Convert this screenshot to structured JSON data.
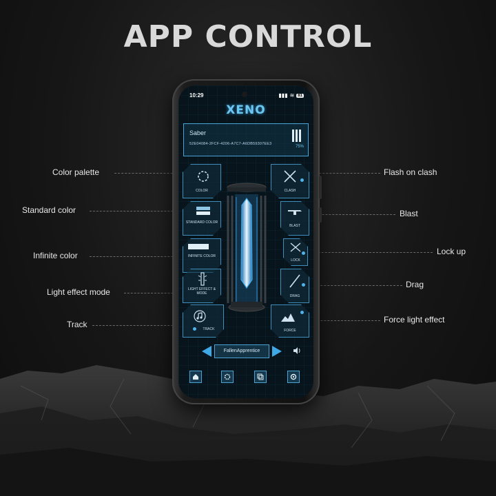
{
  "header": {
    "title": "APP CONTROL"
  },
  "phone": {
    "status_time": "10:29",
    "battery": "81",
    "logo": "XENO",
    "device": {
      "name": "Saber",
      "id": "52E04084-2FCF-4206-A7C7-A6DB59307EE3",
      "battery_pct": "75%"
    },
    "left_controls": [
      {
        "label": "COLOR",
        "icon": "color-palette-icon"
      },
      {
        "label": "STANDARD COLOR",
        "icon": "standard-color-icon"
      },
      {
        "label": "INFINITE COLOR",
        "icon": "infinite-color-icon"
      },
      {
        "label": "LIGHT EFFECT & MODE",
        "icon": "light-effect-icon"
      },
      {
        "label": "TRACK",
        "icon": "music-note-icon"
      }
    ],
    "right_controls": [
      {
        "label": "CLASH",
        "icon": "clash-icon"
      },
      {
        "label": "BLAST",
        "icon": "blaster-icon"
      },
      {
        "label": "LOCK",
        "icon": "lockup-icon"
      },
      {
        "label": "DRAG",
        "icon": "drag-icon"
      },
      {
        "label": "FORCE",
        "icon": "force-icon"
      }
    ],
    "track_name": "FallenApprentice",
    "nav": [
      "home-icon",
      "settings-icon",
      "copy-icon",
      "gear-icon"
    ]
  },
  "callouts": {
    "left": [
      "Color palette",
      "Standard color",
      "Infinite color",
      "Light effect mode",
      "Track"
    ],
    "right": [
      "Flash on clash",
      "Blast",
      "Lock up",
      "Drag",
      "Force light effect"
    ]
  },
  "colors": {
    "accent": "#3fa9e6",
    "panel_border": "#3f8fbd",
    "screen_bg": "#08141b"
  }
}
